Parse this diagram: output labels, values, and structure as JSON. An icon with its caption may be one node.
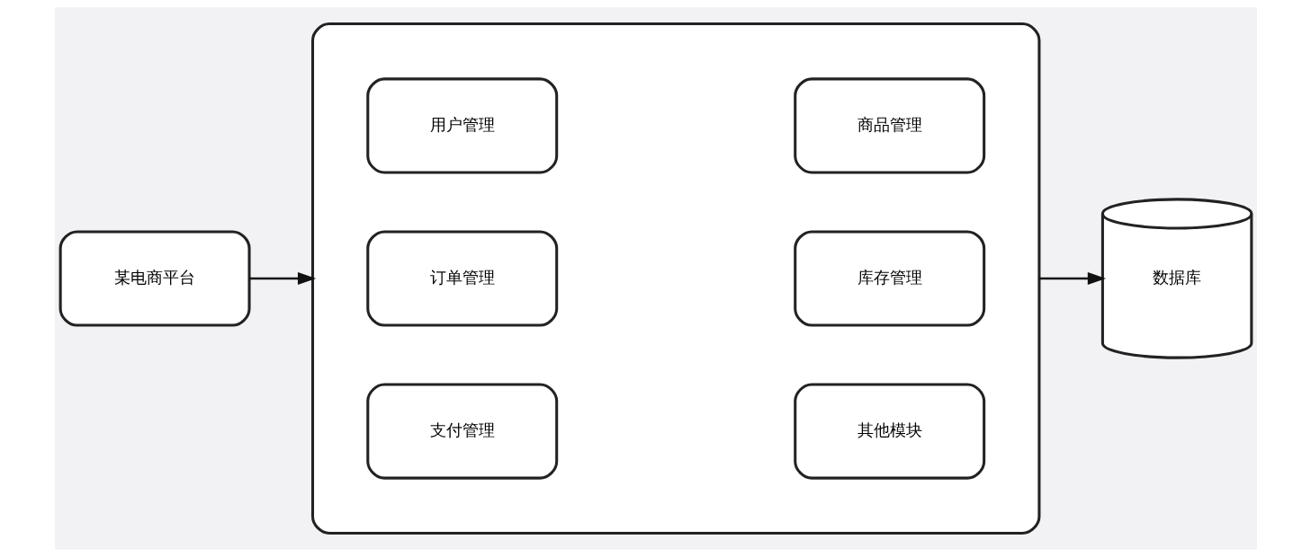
{
  "diagram": {
    "nodes": [
      {
        "text": [
          "某电商平台"
        ]
      },
      {
        "text": [],
        "shape": "box"
      },
      {
        "text": [
          "用户管理"
        ],
        "in": 1
      },
      {
        "text": [
          "商品管理"
        ],
        "in": 1
      },
      {
        "text": [
          "订单管理"
        ],
        "in": 1
      },
      {
        "text": [
          "库存管理"
        ],
        "in": 1
      },
      {
        "text": [
          "支付管理"
        ],
        "in": 1
      },
      {
        "text": [
          "其他模块"
        ],
        "in": 1
      },
      {
        "text": [
          "数据库"
        ]
      }
    ],
    "edges": [
      {
        "from": 0,
        "to": 1,
        "arrow": "to"
      },
      {
        "from": 1,
        "to": 8,
        "arrow": "to"
      }
    ]
  }
}
